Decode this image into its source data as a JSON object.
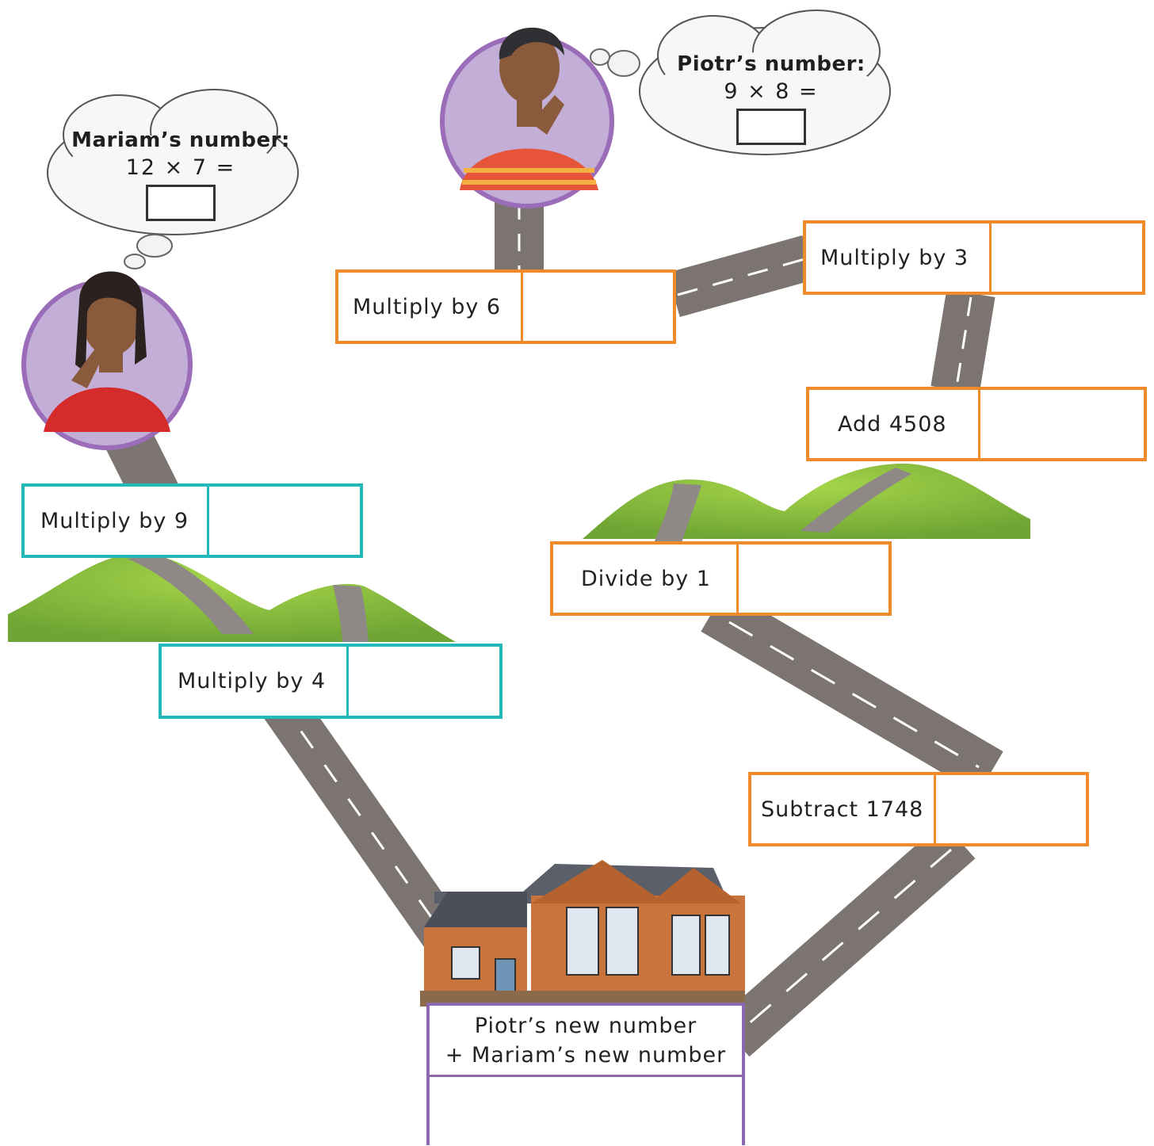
{
  "mariam": {
    "name": "Mariam’s number:",
    "expression": "12 × 7 ="
  },
  "piotr": {
    "name": "Piotr’s number:",
    "expression": "9 × 8 ="
  },
  "mariam_steps": [
    {
      "label": "Multiply by 9"
    },
    {
      "label": "Multiply by 4"
    }
  ],
  "piotr_steps": [
    {
      "label": "Multiply by 6"
    },
    {
      "label": "Multiply by 3"
    },
    {
      "label": "Add 4508"
    },
    {
      "label": "Divide by 1"
    },
    {
      "label": "Subtract 1748"
    }
  ],
  "final": {
    "line1": "Piotr’s new number",
    "line2": "+ Mariam’s new number"
  },
  "colors": {
    "piotr_path": "#f08a2a",
    "mariam_path": "#24b9b9",
    "final_box": "#8c68b3",
    "road": "#7b7470",
    "hill": "#8cc63f",
    "avatar_ring": "#9b6cb8"
  }
}
